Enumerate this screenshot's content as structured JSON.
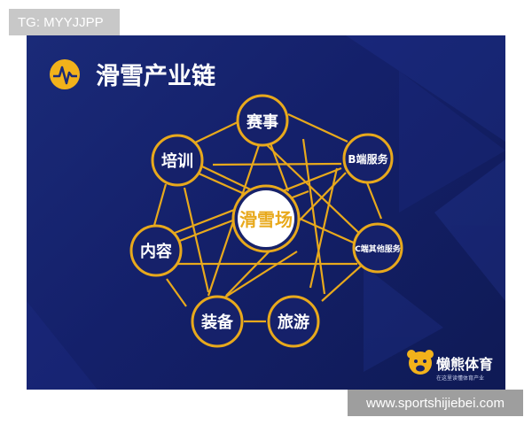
{
  "tag": {
    "text": "TG: MYYJJPP"
  },
  "diagram": {
    "title": "滑雪产业链",
    "center": "滑雪场",
    "nodes": [
      "赛事",
      "B端服务",
      "C端其他服务",
      "旅游",
      "装备",
      "内容",
      "培训"
    ],
    "logo": {
      "name": "懒熊体育",
      "tagline": "在这里读懂体育产业"
    },
    "colors": {
      "accent": "#f2b21b",
      "background": "#15226b"
    }
  },
  "watermark": {
    "text": "www.sportshijiebei.com"
  }
}
